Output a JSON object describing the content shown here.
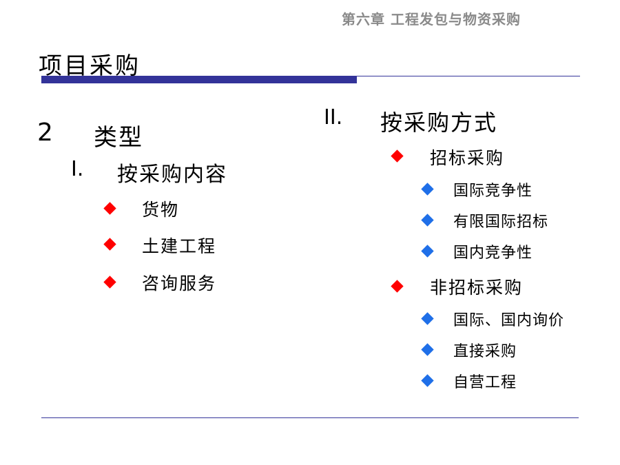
{
  "header": {
    "chapter": "第六章  工程发包与物资采购"
  },
  "slide": {
    "title": "项目采购"
  },
  "left": {
    "number": "2",
    "label": "类型",
    "sub_number": "I.",
    "sub_label": "按采购内容",
    "items": [
      "货物",
      "土建工程",
      "咨询服务"
    ]
  },
  "right": {
    "number": "II.",
    "label": "按采购方式",
    "groups": [
      {
        "label": "招标采购",
        "items": [
          "国际竞争性",
          "有限国际招标",
          "国内竞争性"
        ]
      },
      {
        "label": "非招标采购",
        "items": [
          "国际、国内询价",
          "直接采购",
          "自营工程"
        ]
      }
    ]
  },
  "colors": {
    "accent_line": "#333399",
    "bullet_primary": "#ff0000",
    "bullet_secondary": "#1f6fe8",
    "header_text": "#8a8a8a"
  },
  "icons": {
    "primary_bullet": "red-diamond-icon",
    "secondary_bullet": "blue-diamond-icon"
  }
}
